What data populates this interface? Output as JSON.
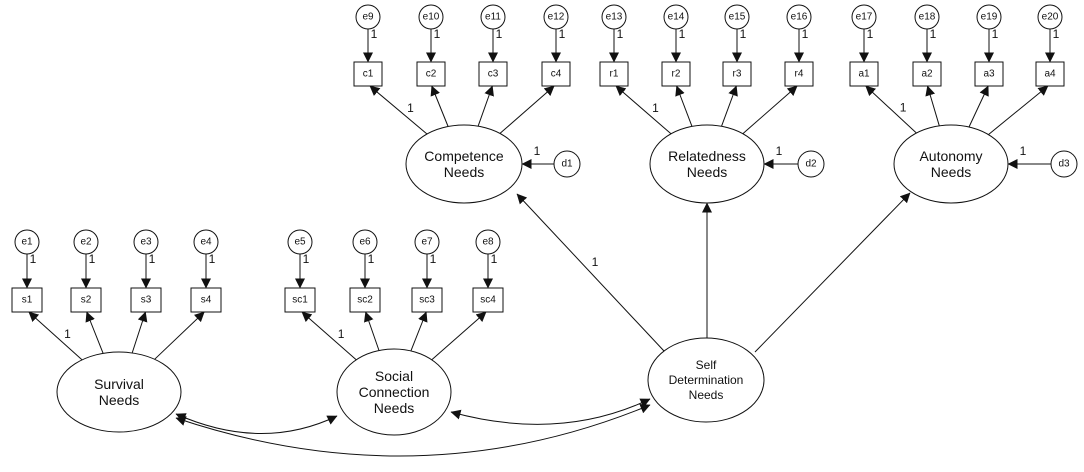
{
  "latent_factors": [
    {
      "id": "survival",
      "lines": [
        "Survival",
        "Needs"
      ]
    },
    {
      "id": "social",
      "lines": [
        "Social",
        "Connection",
        "Needs"
      ]
    },
    {
      "id": "self",
      "lines": [
        "Self",
        "Determination",
        "Needs"
      ]
    },
    {
      "id": "competence",
      "lines": [
        "Competence",
        "Needs"
      ]
    },
    {
      "id": "relatedness",
      "lines": [
        "Relatedness",
        "Needs"
      ]
    },
    {
      "id": "autonomy",
      "lines": [
        "Autonomy",
        "Needs"
      ]
    }
  ],
  "indicators": [
    {
      "label": "s1",
      "error": "e1",
      "factor": "survival"
    },
    {
      "label": "s2",
      "error": "e2",
      "factor": "survival"
    },
    {
      "label": "s3",
      "error": "e3",
      "factor": "survival"
    },
    {
      "label": "s4",
      "error": "e4",
      "factor": "survival"
    },
    {
      "label": "sc1",
      "error": "e5",
      "factor": "social"
    },
    {
      "label": "sc2",
      "error": "e6",
      "factor": "social"
    },
    {
      "label": "sc3",
      "error": "e7",
      "factor": "social"
    },
    {
      "label": "sc4",
      "error": "e8",
      "factor": "social"
    },
    {
      "label": "c1",
      "error": "e9",
      "factor": "competence"
    },
    {
      "label": "c2",
      "error": "e10",
      "factor": "competence"
    },
    {
      "label": "c3",
      "error": "e11",
      "factor": "competence"
    },
    {
      "label": "c4",
      "error": "e12",
      "factor": "competence"
    },
    {
      "label": "r1",
      "error": "e13",
      "factor": "relatedness"
    },
    {
      "label": "r2",
      "error": "e14",
      "factor": "relatedness"
    },
    {
      "label": "r3",
      "error": "e15",
      "factor": "relatedness"
    },
    {
      "label": "r4",
      "error": "e16",
      "factor": "relatedness"
    },
    {
      "label": "a1",
      "error": "e17",
      "factor": "autonomy"
    },
    {
      "label": "a2",
      "error": "e18",
      "factor": "autonomy"
    },
    {
      "label": "a3",
      "error": "e19",
      "factor": "autonomy"
    },
    {
      "label": "a4",
      "error": "e20",
      "factor": "autonomy"
    }
  ],
  "disturbances": [
    {
      "label": "d1",
      "factor": "competence"
    },
    {
      "label": "d2",
      "factor": "relatedness"
    },
    {
      "label": "d3",
      "factor": "autonomy"
    }
  ],
  "fixed_path_label": "1"
}
